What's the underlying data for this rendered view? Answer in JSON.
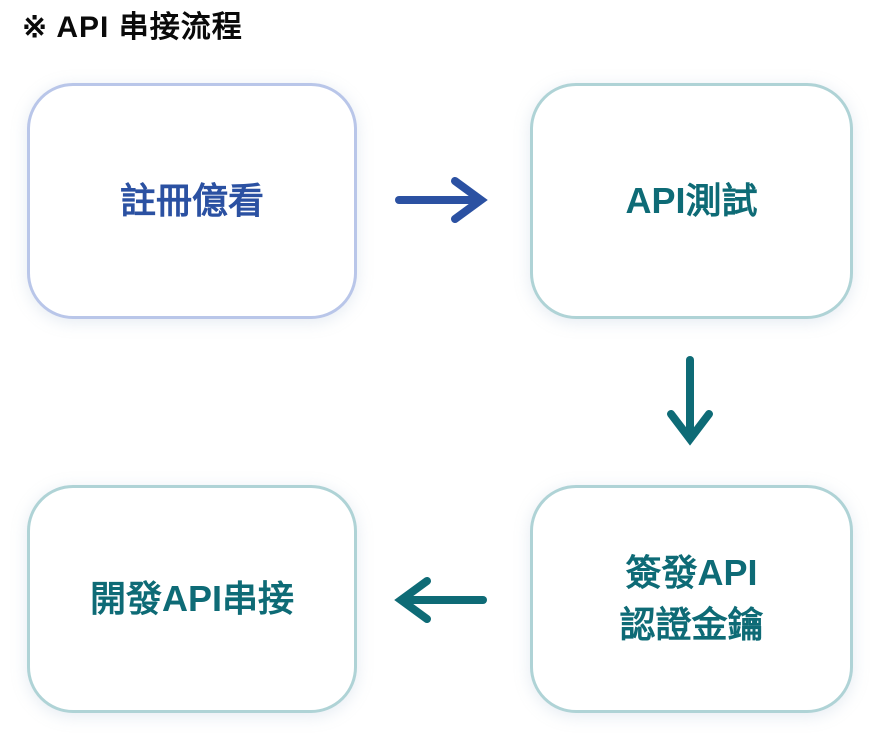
{
  "title": "※ API 串接流程",
  "flow": {
    "boxes": [
      {
        "id": "register",
        "label": "註冊億看",
        "color_scheme": "blue"
      },
      {
        "id": "api-test",
        "label": "API測試",
        "color_scheme": "teal"
      },
      {
        "id": "issue-key",
        "label": "簽發API\n認證金鑰",
        "color_scheme": "teal"
      },
      {
        "id": "develop",
        "label": "開發API串接",
        "color_scheme": "teal"
      }
    ],
    "connectors": [
      {
        "icon": "arrow-right-icon",
        "from": "register",
        "to": "api-test",
        "color": "#2B51A2"
      },
      {
        "icon": "arrow-down-icon",
        "from": "api-test",
        "to": "issue-key",
        "color": "#0E6B76"
      },
      {
        "icon": "arrow-left-icon",
        "from": "issue-key",
        "to": "develop",
        "color": "#0E6B76"
      }
    ]
  },
  "theme": {
    "blue-text": "#2B51A2",
    "blue-border": "#B9C6E9",
    "teal-text": "#0E6B76",
    "teal-border": "#AFD3D6",
    "title-color": "#0A0A0A",
    "bg": "#FFFFFF"
  }
}
